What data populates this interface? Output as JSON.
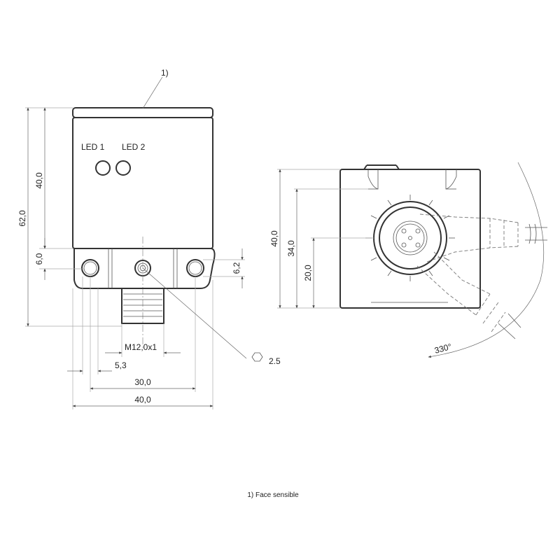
{
  "callout": "1)",
  "leds": {
    "led1": "LED 1",
    "led2": "LED 2"
  },
  "dims_front": {
    "total_height": "62,0",
    "body_height": "40,0",
    "flange": "6,0",
    "hole": "6,2",
    "thread": "M12,0x1",
    "offset": "5,3",
    "hole_spacing": "30,0",
    "width": "40,0"
  },
  "hex_key": "2.5",
  "dims_side": {
    "height": "40,0",
    "inner": "34,0",
    "center": "20,0"
  },
  "rotation": "330°",
  "footnote": "1) Face sensible"
}
